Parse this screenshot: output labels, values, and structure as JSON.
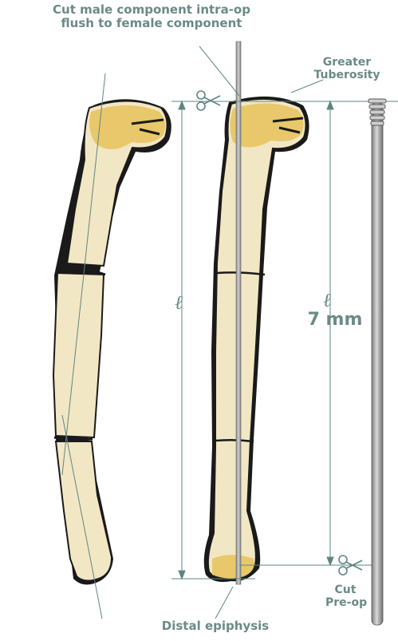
{
  "labels": {
    "cut_intraop_line1": "Cut male component intra-op",
    "cut_intraop_line2": "flush to female component",
    "greater_tuberosity_line1": "Greater",
    "greater_tuberosity_line2": "Tuberosity",
    "length_symbol_left": "ℓ",
    "length_symbol_right": "ℓ",
    "length_offset": "7 mm",
    "cut_preop_line1": "Cut",
    "cut_preop_line2": "Pre-op",
    "distal_epiphysis": "Distal epiphysis"
  },
  "colors": {
    "label_teal": "#6b8a86",
    "bone_fill": "#f2e7c4",
    "bone_head": "#e8c86a",
    "bone_outline": "#1a1a1a",
    "rod_gray": "#9a9a9a",
    "line_teal": "#5f8482"
  },
  "icons": [
    "scissors-icon",
    "scissors-icon"
  ]
}
